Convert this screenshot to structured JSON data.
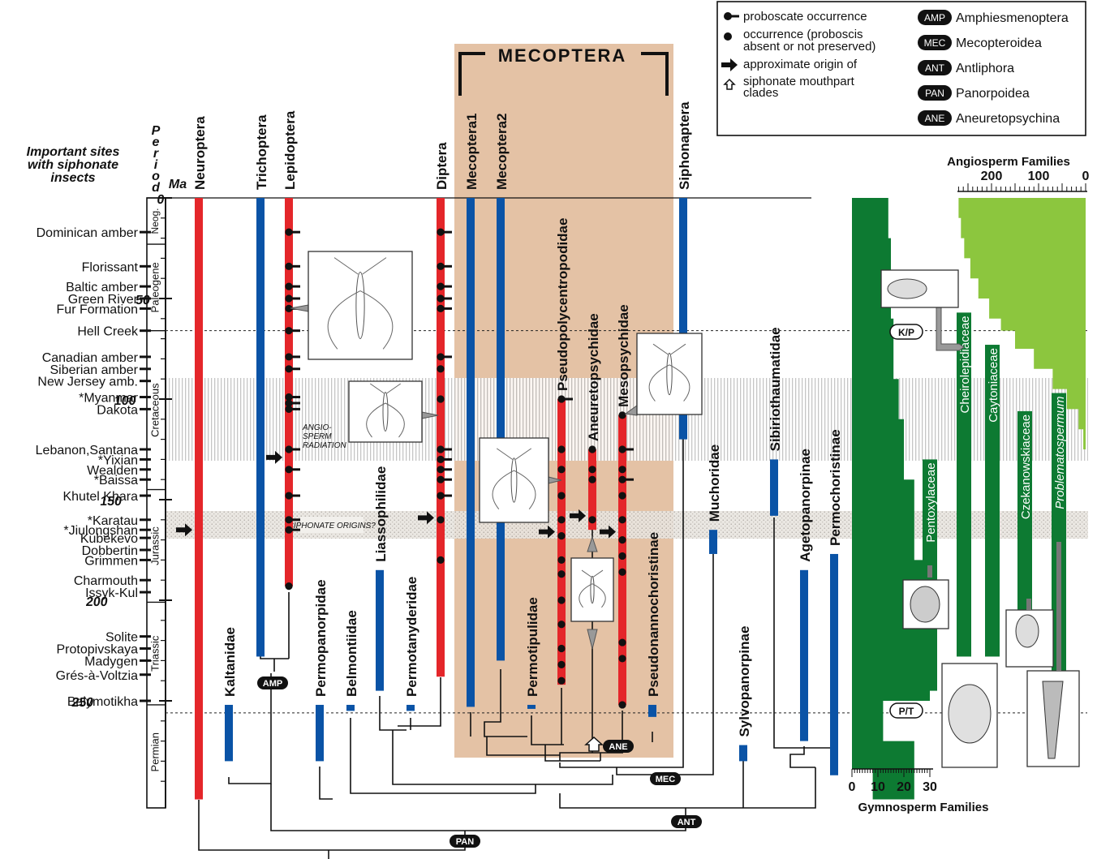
{
  "legend": {
    "proboscate": "proboscate occurrence",
    "occurrence_lines": [
      "occurrence (proboscis",
      "absent or not preserved)"
    ],
    "origin": "approximate origin of",
    "siphonate_lines": [
      "siphonate mouthpart",
      "clades"
    ],
    "clades": [
      {
        "abbr": "AMP",
        "name": "Amphiesmenoptera"
      },
      {
        "abbr": "MEC",
        "name": "Mecopteroidea"
      },
      {
        "abbr": "ANT",
        "name": "Antliphora"
      },
      {
        "abbr": "PAN",
        "name": "Panorpoidea"
      },
      {
        "abbr": "ANE",
        "name": "Aneuretopsychina"
      }
    ]
  },
  "headers": {
    "sites_lines": [
      "Important sites",
      "with siphonate",
      "insects"
    ],
    "period": "Period",
    "ma": "Ma",
    "mecoptera": "MECOPTERA",
    "angio_title": "Angiosperm Families",
    "angio_ticks": [
      "200",
      "100",
      "0"
    ],
    "gymno_title": "Gymnosperm Families",
    "gymno_ticks": [
      "0",
      "10",
      "20",
      "30"
    ]
  },
  "ma_ticks": [
    {
      "ma": 0,
      "label": "0"
    },
    {
      "ma": 50,
      "label": "50"
    },
    {
      "ma": 100,
      "label": "100"
    },
    {
      "ma": 150,
      "label": "150"
    },
    {
      "ma": 200,
      "label": "200"
    },
    {
      "ma": 250,
      "label": "250"
    }
  ],
  "periods": [
    {
      "name": "Neog.",
      "from": 0,
      "to": 23
    },
    {
      "name": "Paleogene",
      "from": 23,
      "to": 66
    },
    {
      "name": "Cretaceous",
      "from": 66,
      "to": 145
    },
    {
      "name": "Jurassic",
      "from": 145,
      "to": 201
    },
    {
      "name": "Triassic",
      "from": 201,
      "to": 252
    },
    {
      "name": "Permian",
      "from": 252,
      "to": 299
    }
  ],
  "sites": [
    {
      "name": "Dominican amber",
      "ma": 17
    },
    {
      "name": "Florissant",
      "ma": 34
    },
    {
      "name": "Baltic amber",
      "ma": 44
    },
    {
      "name": "Green River",
      "ma": 50
    },
    {
      "name": "Fur Formation",
      "ma": 55
    },
    {
      "name": "Hell Creek",
      "ma": 66
    },
    {
      "name": "Canadian amber",
      "ma": 79
    },
    {
      "name": "Siberian amber",
      "ma": 85
    },
    {
      "name": "New Jersey amb.",
      "ma": 91
    },
    {
      "name": "*Myanmar",
      "ma": 99
    },
    {
      "name": "Dakota",
      "ma": 105
    },
    {
      "name": "Lebanon,Santana",
      "ma": 125
    },
    {
      "name": "*Yixian",
      "ma": 130
    },
    {
      "name": "Wealden",
      "ma": 135
    },
    {
      "name": "*Baissa",
      "ma": 140
    },
    {
      "name": "Khutel Khara",
      "ma": 148
    },
    {
      "name": "*Karatau",
      "ma": 160
    },
    {
      "name": "*Jiulongshan",
      "ma": 165
    },
    {
      "name": "Kubekevo",
      "ma": 169
    },
    {
      "name": "Dobbertin",
      "ma": 175
    },
    {
      "name": "Grimmen",
      "ma": 180
    },
    {
      "name": "Charmouth",
      "ma": 190
    },
    {
      "name": "Issyk-Kul",
      "ma": 196
    },
    {
      "name": "Solite",
      "ma": 218
    },
    {
      "name": "Protopivskaya",
      "ma": 224
    },
    {
      "name": "Madygen",
      "ma": 230
    },
    {
      "name": "Grés-à-Voltzia",
      "ma": 237
    },
    {
      "name": "Balymotikha",
      "ma": 250
    }
  ],
  "taxa": [
    {
      "name": "Neuroptera",
      "color": "red",
      "from": 0,
      "to": 299
    },
    {
      "name": "Kaltanidae",
      "color": "blue",
      "from": 252,
      "to": 280
    },
    {
      "name": "Trichoptera",
      "color": "blue",
      "from": 0,
      "to": 228
    },
    {
      "name": "Lepidoptera",
      "color": "red",
      "from": 0,
      "to": 193
    },
    {
      "name": "Permopanorpidae",
      "color": "blue",
      "from": 252,
      "to": 280
    },
    {
      "name": "Belmontiidae",
      "color": "blue",
      "from": 252,
      "to": 255
    },
    {
      "name": "Liassophilidae",
      "color": "blue",
      "from": 185,
      "to": 245
    },
    {
      "name": "Permotanyderidae",
      "color": "blue",
      "from": 252,
      "to": 255
    },
    {
      "name": "Diptera",
      "color": "red",
      "from": 0,
      "to": 238
    },
    {
      "name": "Mecoptera1",
      "color": "blue",
      "from": 0,
      "to": 253
    },
    {
      "name": "Mecoptera2",
      "color": "blue",
      "from": 0,
      "to": 230
    },
    {
      "name": "Permotipulidae",
      "color": "blue",
      "from": 252,
      "to": 254
    },
    {
      "name": "Pseudopolycentropodidae",
      "color": "red",
      "from": 100,
      "to": 242
    },
    {
      "name": "Aneuretopsychidae",
      "color": "red",
      "from": 125,
      "to": 165
    },
    {
      "name": "Mesopsychidae",
      "color": "red",
      "from": 108,
      "to": 252
    },
    {
      "name": "Pseudonannochoristinae",
      "color": "blue",
      "from": 252,
      "to": 258
    },
    {
      "name": "Siphonaptera",
      "color": "blue",
      "from": 0,
      "to": 120
    },
    {
      "name": "Muchoridae",
      "color": "blue",
      "from": 165,
      "to": 177
    },
    {
      "name": "Sylvopanorpinae",
      "color": "blue",
      "from": 272,
      "to": 280
    },
    {
      "name": "Sibiriothaumatidae",
      "color": "blue",
      "from": 130,
      "to": 158
    },
    {
      "name": "Agetopanorpinae",
      "color": "blue",
      "from": 185,
      "to": 270
    },
    {
      "name": "Permochoristinae",
      "color": "blue",
      "from": 177,
      "to": 287
    }
  ],
  "proboscate_markers": {
    "Lepidoptera": [
      17,
      34,
      44,
      50,
      55,
      66,
      79,
      85,
      99,
      102,
      105,
      125,
      135,
      148,
      160,
      165
    ],
    "Diptera": [
      17,
      34,
      44,
      50,
      55,
      79,
      125,
      130,
      135,
      140,
      148
    ],
    "Pseudopolycentropodidae": [
      100
    ],
    "Mesopsychidae": [
      125,
      140
    ]
  },
  "occurrence_markers": {
    "Lepidoptera": [
      193
    ],
    "Diptera": [
      85,
      100,
      160,
      180
    ],
    "Pseudopolycentropodidae": [
      125,
      135,
      148,
      160,
      168,
      180,
      187,
      200,
      212,
      224,
      232,
      240
    ],
    "Aneuretopsychidae": [
      125,
      135,
      140,
      160
    ],
    "Mesopsychidae": [
      108,
      135,
      148,
      160,
      170,
      178,
      186,
      221,
      229,
      252
    ]
  },
  "origin_arrows": [
    "Neuroptera",
    "Lepidoptera",
    "Diptera",
    "Pseudopolycentropodidae",
    "Aneuretopsychidae",
    "Mesopsychidae"
  ],
  "annotations": {
    "angio_lines": [
      "ANGIO-",
      "SPERM",
      "RADIATION"
    ],
    "siphonate_origins": "SIPHONATE ORIGINS?",
    "kp": "K/P",
    "pt": "P/T"
  },
  "nodes": [
    "AMP",
    "ANE",
    "MEC",
    "ANT",
    "PAN"
  ],
  "gymnosperm_taxa": [
    {
      "name": "Pentoxylaceae",
      "italic": false
    },
    {
      "name": "Cheirolepidiaceae",
      "italic": false
    },
    {
      "name": "Caytoniaceae",
      "italic": false
    },
    {
      "name": "Czekanowskiaceae",
      "italic": false
    },
    {
      "name": "Problematospermum",
      "italic": true
    }
  ],
  "angiosperm_counts": [
    {
      "ma": 0,
      "families": 270
    },
    {
      "ma": 10,
      "families": 265
    },
    {
      "ma": 20,
      "families": 258
    },
    {
      "ma": 30,
      "families": 245
    },
    {
      "ma": 40,
      "families": 228
    },
    {
      "ma": 50,
      "families": 205
    },
    {
      "ma": 60,
      "families": 180
    },
    {
      "ma": 66,
      "families": 150
    },
    {
      "ma": 75,
      "families": 110
    },
    {
      "ma": 85,
      "families": 70
    },
    {
      "ma": 95,
      "families": 40
    },
    {
      "ma": 105,
      "families": 15
    },
    {
      "ma": 115,
      "families": 5
    },
    {
      "ma": 125,
      "families": 0
    }
  ],
  "gymnosperm_counts": [
    {
      "ma": 0,
      "families": 14
    },
    {
      "ma": 20,
      "families": 15
    },
    {
      "ma": 60,
      "families": 16
    },
    {
      "ma": 90,
      "families": 18
    },
    {
      "ma": 110,
      "families": 20
    },
    {
      "ma": 140,
      "families": 24
    },
    {
      "ma": 180,
      "families": 28
    },
    {
      "ma": 220,
      "families": 30
    },
    {
      "ma": 250,
      "families": 12
    },
    {
      "ma": 270,
      "families": 24
    },
    {
      "ma": 299,
      "families": 8
    }
  ]
}
